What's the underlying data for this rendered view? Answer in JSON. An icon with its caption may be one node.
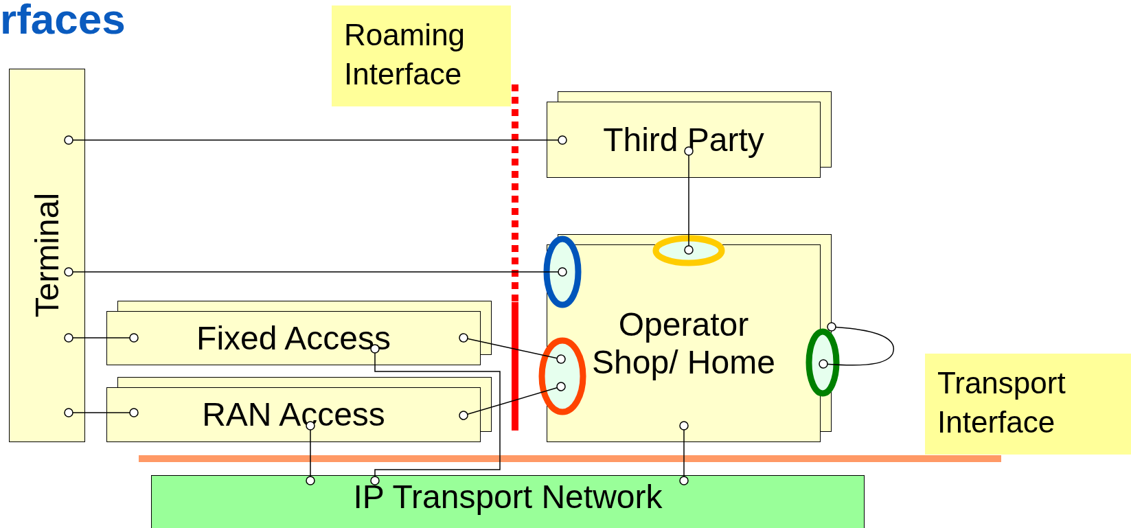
{
  "diagram": {
    "title": "rfaces",
    "nodes": [
      {
        "text": [
          "Roaming Interface"
        ]
      },
      {
        "text": [
          "Terminal"
        ]
      },
      {
        "text": [
          "Third Party"
        ]
      },
      {
        "text": [
          "Operator Shop/ Home"
        ]
      },
      {
        "text": [
          "Fixed Access"
        ]
      },
      {
        "text": [
          "RAN Access"
        ]
      },
      {
        "text": [
          "Transport Interface"
        ]
      },
      {
        "text": [
          "IP Transport Network"
        ]
      },
      {
        "text": [],
        "shape": "ellipse"
      },
      {
        "text": [],
        "shape": "ellipse",
        "in": 3
      },
      {
        "text": [],
        "shape": "ellipse"
      },
      {
        "text": [],
        "shape": "ellipse"
      }
    ],
    "edges": [
      {
        "from": 1,
        "to": 2,
        "arrow": "other"
      },
      {
        "from": 1,
        "to": 8,
        "arrow": "other"
      },
      {
        "from": 1,
        "to": 4,
        "arrow": "other"
      },
      {
        "from": 1,
        "to": 5,
        "arrow": "other"
      },
      {
        "from": 4,
        "to": 10,
        "arrow": "other"
      },
      {
        "from": 5,
        "to": 10,
        "arrow": "other"
      },
      {
        "from": 2,
        "to": 9,
        "arrow": "other"
      },
      {
        "from": 3,
        "to": 11,
        "arrow": "other"
      },
      {
        "from": 5,
        "to": 7,
        "arrow": "other"
      },
      {
        "from": 4,
        "to": 7,
        "arrow": "other"
      },
      {
        "from": 3,
        "to": 7,
        "arrow": "other"
      }
    ]
  }
}
